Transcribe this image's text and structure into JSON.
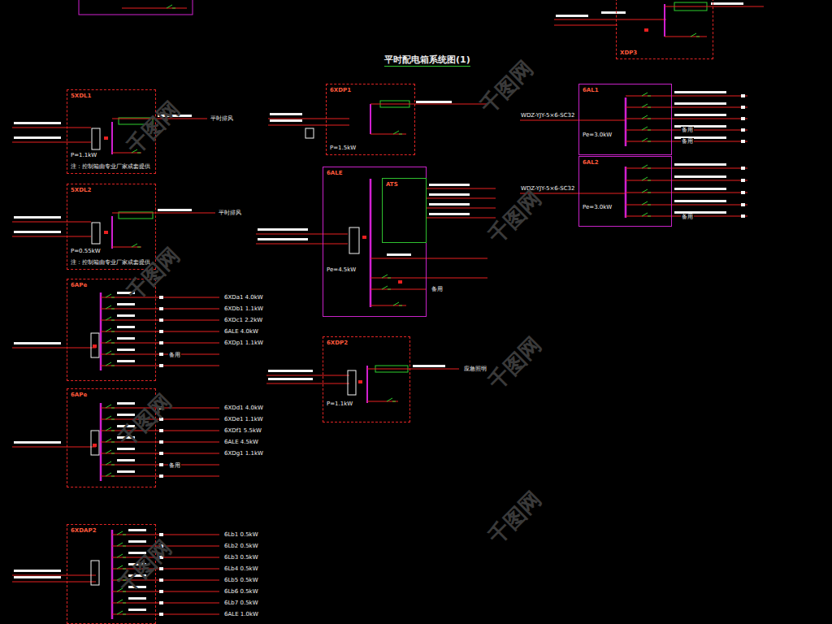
{
  "diagram": {
    "title": "平时配电箱系统图(1)",
    "nodes": [
      {
        "text": [
          "5XDL1",
          "P=1.1kW",
          "注：控制箱由专业厂家成套提供"
        ]
      },
      {
        "text": [
          "5XDL2",
          "P=0.55kW",
          "注：控制箱由专业厂家成套提供"
        ]
      },
      {
        "text": [
          "6APe"
        ]
      },
      {
        "text": [
          "6APe"
        ]
      },
      {
        "text": [
          "6XDAP2"
        ]
      },
      {
        "text": [
          "6XDP1",
          "P=1.5kW"
        ]
      },
      {
        "text": [
          "6ALE",
          "Pe=4.5kW"
        ]
      },
      {
        "text": [
          "ATS"
        ],
        "in": 6
      },
      {
        "text": [
          "6XDP2",
          "P=1.1kW"
        ]
      },
      {
        "text": [
          "6AL1",
          "Pe=3.0kW"
        ]
      },
      {
        "text": [
          "6AL2",
          "Pe=3.0kW"
        ]
      },
      {
        "text": [
          "XDP3"
        ]
      }
    ],
    "labels": [
      "6XDa1 4.0kW",
      "6XDb1 1.1kW",
      "6XDc1 2.2kW",
      "6ALE 4.0kW",
      "6XDp1 1.1kW",
      "备用",
      "6XDd1 4.0kW",
      "6XDe1 1.1kW",
      "6XDf1 5.5kW",
      "6ALE 4.5kW",
      "6XDg1 1.1kW",
      "备用",
      "6Lb1 0.5kW",
      "6Lb2 0.5kW",
      "6Lb3 0.5kW",
      "6Lb4 0.5kW",
      "6Lb5 0.5kW",
      "6Lb6 0.5kW",
      "6Lb7 0.5kW",
      "6ALE 1.0kW",
      "备用",
      "备用",
      "备用",
      "备用",
      "平时排风",
      "平时排风",
      "应急照明",
      "WDZ-YJY-5×6-SC32",
      "WDZ-YJY-5×6-SC32",
      "千图网",
      "千图网",
      "千图网",
      "千图网",
      "千图网",
      "千图网",
      "千图网",
      "千图网"
    ]
  }
}
